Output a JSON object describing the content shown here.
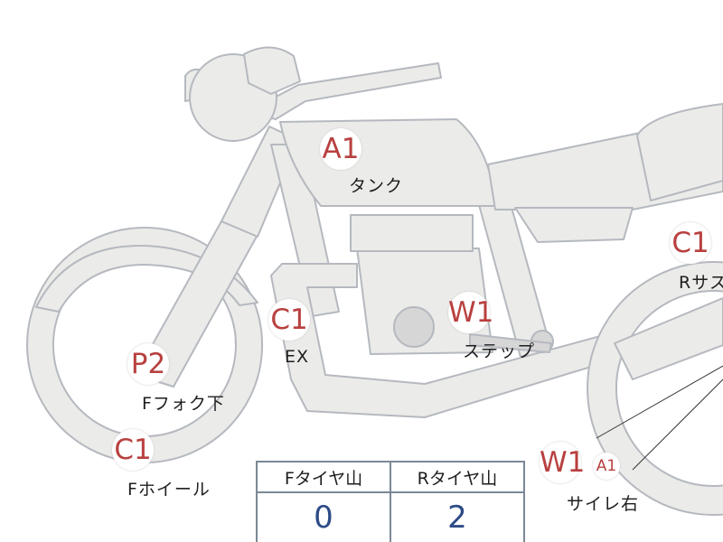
{
  "markers": [
    {
      "id": "tank",
      "code": "A1",
      "label": "タンク"
    },
    {
      "id": "exhaust",
      "code": "C1",
      "label": "EX"
    },
    {
      "id": "step",
      "code": "W1",
      "label": "ステップ"
    },
    {
      "id": "fork",
      "code": "P2",
      "label": "Fフォク下"
    },
    {
      "id": "front-wheel",
      "code": "C1",
      "label": "Fホイール"
    },
    {
      "id": "rear-suspension",
      "code": "C1",
      "label": "Rサス"
    },
    {
      "id": "silencer",
      "code": "W1",
      "label": "サイレ右",
      "sub_code": "A1"
    }
  ],
  "tire_table": {
    "headers": [
      "Fタイヤ山",
      "Rタイヤ山"
    ],
    "values": [
      "0",
      "2"
    ]
  },
  "colors": {
    "body_fill": "#ebebe9",
    "outline": "#b5b9bf",
    "code_text": "#b8403f",
    "table_value": "#2d4b86",
    "table_border": "#7b8896"
  }
}
